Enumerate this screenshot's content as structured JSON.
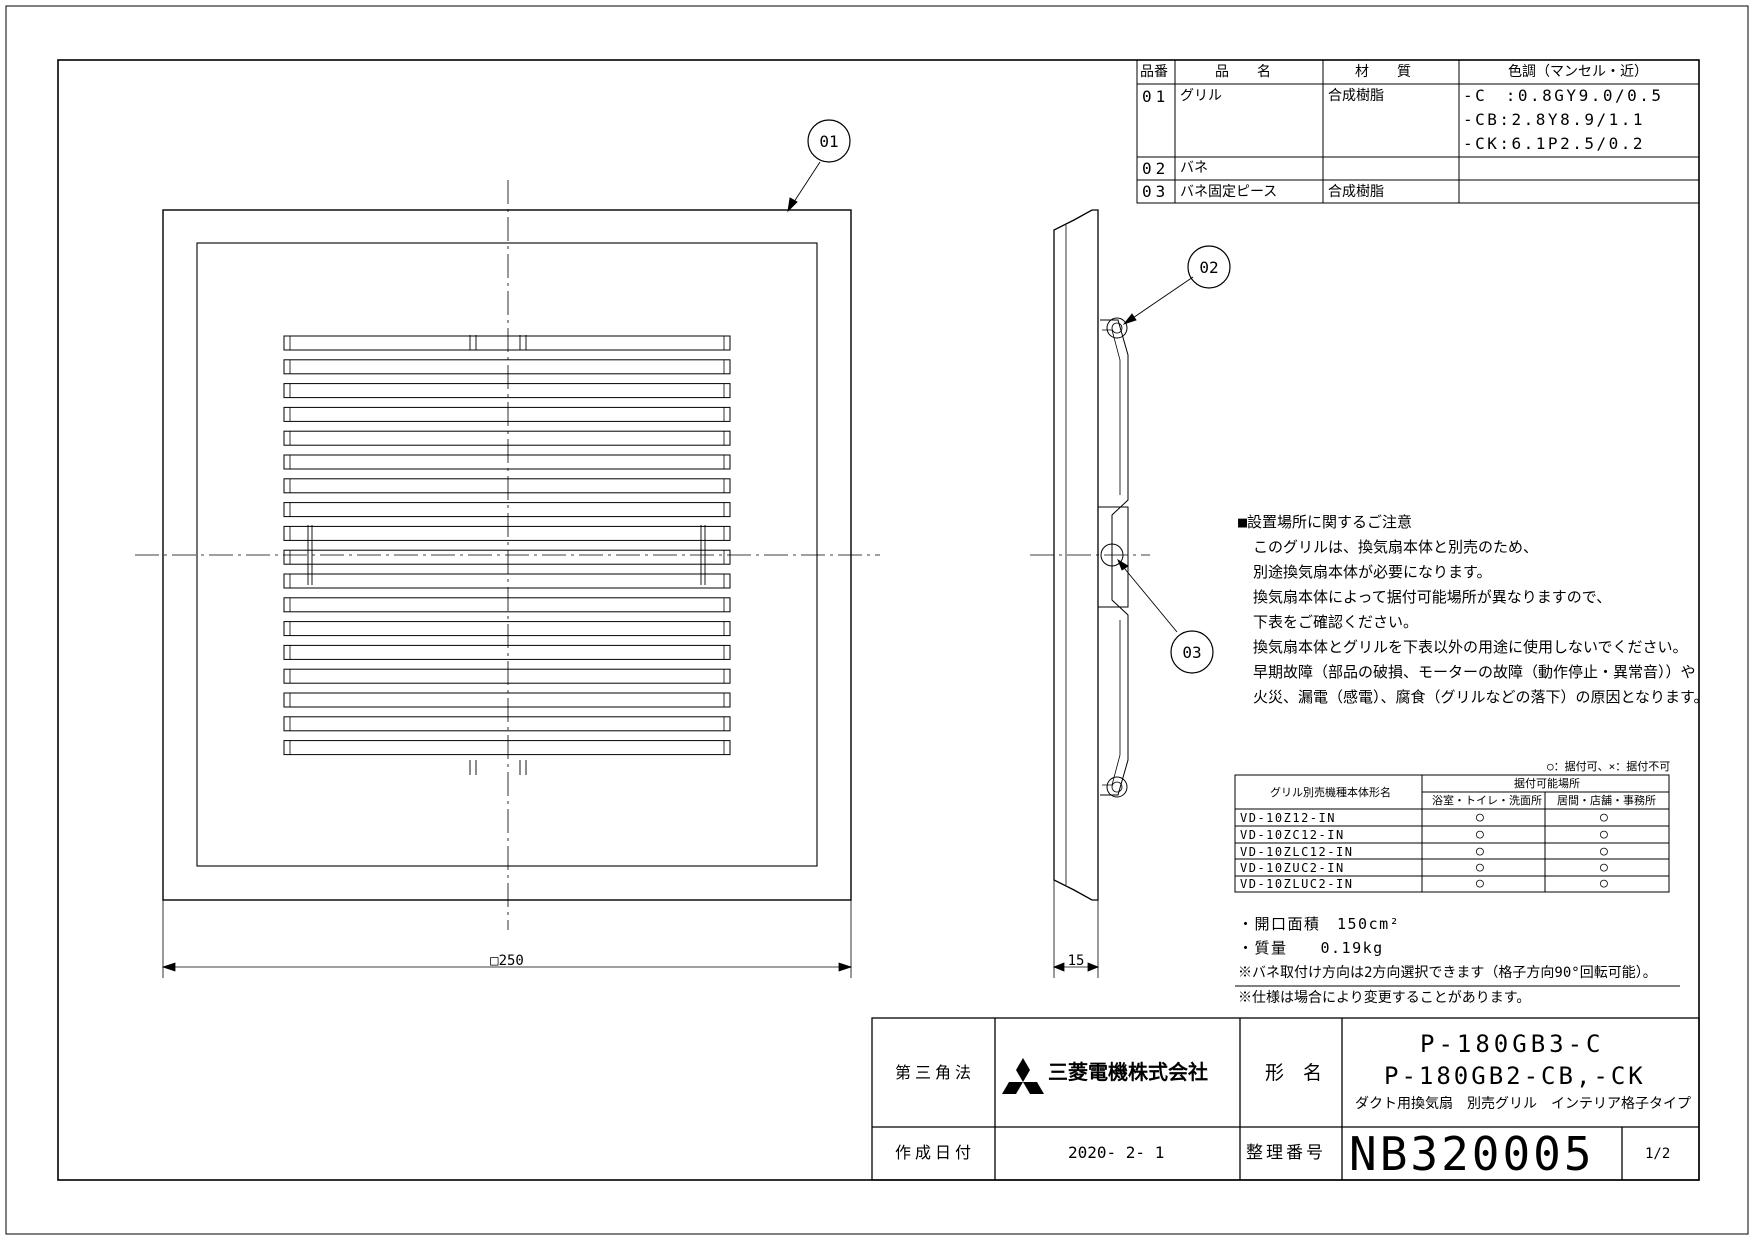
{
  "parts_table": {
    "headers": [
      "品番",
      "品　　名",
      "材　　質",
      "色調（マンセル・近）"
    ],
    "rows": [
      {
        "no": "01",
        "name": "グリル",
        "material": "合成樹脂",
        "color": [
          "-C　:0.8GY9.0/0.5",
          "-CB:2.8Y8.9/1.1",
          "-CK:6.1P2.5/0.2"
        ]
      },
      {
        "no": "02",
        "name": "バネ",
        "material": "",
        "color": []
      },
      {
        "no": "03",
        "name": "バネ固定ピース",
        "material": "合成樹脂",
        "color": []
      }
    ]
  },
  "callouts": [
    "01",
    "02",
    "03"
  ],
  "dimensions": {
    "width": "□250",
    "depth": "15"
  },
  "notice": {
    "title": "■設置場所に関するご注意",
    "lines": [
      "このグリルは、換気扇本体と別売のため、",
      "別途換気扇本体が必要になります。",
      "換気扇本体によって据付可能場所が異なりますので、",
      "下表をご確認ください。",
      "換気扇本体とグリルを下表以外の用途に使用しないでください。",
      "早期故障（部品の破損、モーターの故障（動作停止・異常音））や",
      "火災、漏電（感電）、腐食（グリルなどの落下）の原因となります。"
    ]
  },
  "install_table": {
    "legend": "○：据付可、×：据付不可",
    "col_model": "グリル別売機種本体形名",
    "col_group": "据付可能場所",
    "col_a": "浴室・トイレ・洗面所",
    "col_b": "居間・店舗・事務所",
    "rows": [
      {
        "model": "VD-10Z12-IN",
        "a": "○",
        "b": "○"
      },
      {
        "model": "VD-10ZC12-IN",
        "a": "○",
        "b": "○"
      },
      {
        "model": "VD-10ZLC12-IN",
        "a": "○",
        "b": "○"
      },
      {
        "model": "VD-10ZUC2-IN",
        "a": "○",
        "b": "○"
      },
      {
        "model": "VD-10ZLUC2-IN",
        "a": "○",
        "b": "○"
      }
    ]
  },
  "specs": {
    "opening": "・開口面積　150cm²",
    "mass": "・質量　　0.19kg",
    "note1": "※バネ取付け方向は2方向選択できます（格子方向90°回転可能）。",
    "note2": "※仕様は場合により変更することがあります。"
  },
  "title_block": {
    "projection": "第三角法",
    "company": "三菱電機株式会社",
    "model_label": "形　名",
    "model_line1": "P-180GB3-C",
    "model_line2": "P-180GB2-CB,-CK",
    "description": "ダクト用換気扇　別売グリル　インテリア格子タイプ",
    "date_label": "作成日付",
    "date": "2020- 2- 1",
    "number_label": "整理番号",
    "number": "NB320005",
    "page": "1/2"
  }
}
